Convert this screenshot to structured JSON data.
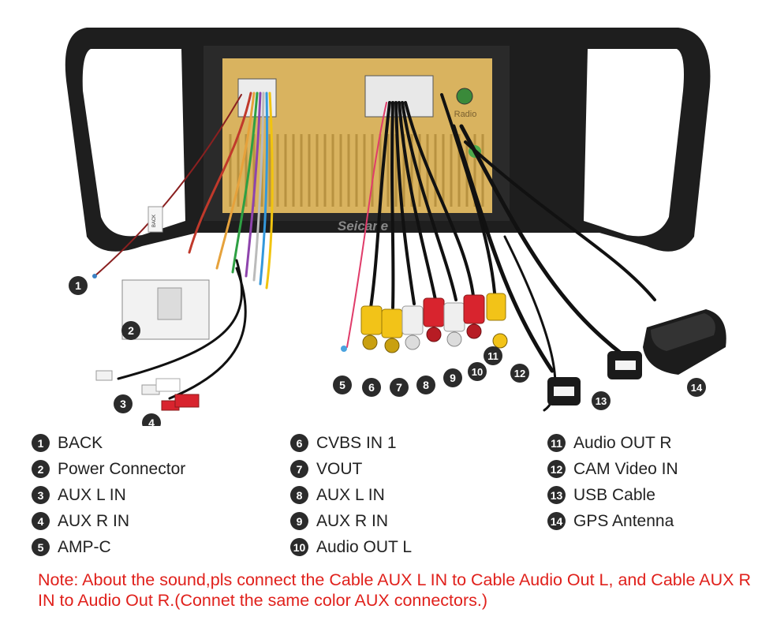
{
  "brand_watermark": "Seicane",
  "frame_labels": {
    "radio": "Radio",
    "back_tag": "BACK"
  },
  "callouts": [
    "1",
    "2",
    "3",
    "4",
    "5",
    "6",
    "7",
    "8",
    "9",
    "10",
    "11",
    "12",
    "13",
    "14"
  ],
  "legend": [
    {
      "num": "1",
      "label": "BACK"
    },
    {
      "num": "2",
      "label": "Power Connector"
    },
    {
      "num": "3",
      "label": "AUX L IN"
    },
    {
      "num": "4",
      "label": "AUX R IN"
    },
    {
      "num": "5",
      "label": "AMP-C"
    },
    {
      "num": "6",
      "label": "CVBS IN 1"
    },
    {
      "num": "7",
      "label": "VOUT"
    },
    {
      "num": "8",
      "label": "AUX L IN"
    },
    {
      "num": "9",
      "label": "AUX R IN"
    },
    {
      "num": "10",
      "label": "Audio OUT L"
    },
    {
      "num": "11",
      "label": "Audio OUT R"
    },
    {
      "num": "12",
      "label": "CAM Video IN"
    },
    {
      "num": "13",
      "label": "USB Cable"
    },
    {
      "num": "14",
      "label": "GPS Antenna"
    }
  ],
  "note": "Note: About the sound,pls connect the Cable AUX L IN to Cable Audio Out L, and Cable AUX R IN to  Audio Out R.(Connet the same color AUX connectors.)",
  "colors": {
    "note": "#e0201b",
    "frame": "#1e1e1e",
    "heatsink": "#d9b35f",
    "badge": "#2b2b2b",
    "rca_yellow": "#f2c318",
    "rca_red": "#d8242e",
    "rca_white": "#efefef"
  }
}
